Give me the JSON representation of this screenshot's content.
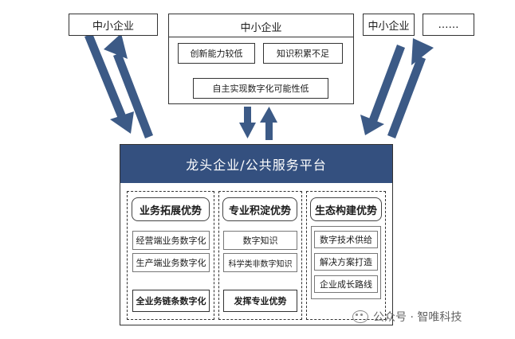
{
  "colors": {
    "platform_bar": "#34507f",
    "arrow": "#3c5a86",
    "border": "#333333"
  },
  "top_boxes": {
    "left_sme": "中小企业",
    "center_sme": "中小企业",
    "right_sme": "中小企业",
    "more": "……"
  },
  "center_detail": {
    "cause1": "创新能力较低",
    "cause2": "知识积累不足",
    "result": "自主实现数字化可能性低"
  },
  "platform": {
    "title": "龙头企业/公共服务平台"
  },
  "advantages": [
    {
      "title": "业务拓展优势",
      "items": [
        "经营端业务数字化",
        "生产端业务数字化"
      ],
      "result": "全业务链条数字化"
    },
    {
      "title": "专业积淀优势",
      "items": [
        "数字知识",
        "科学类非数字知识"
      ],
      "result": "发挥专业优势"
    },
    {
      "title": "生态构建优势",
      "items": [
        "数字技术供给",
        "解决方案打造",
        "企业成长路线"
      ]
    }
  ],
  "watermark": {
    "text": "公众号 · 智唯科技"
  }
}
